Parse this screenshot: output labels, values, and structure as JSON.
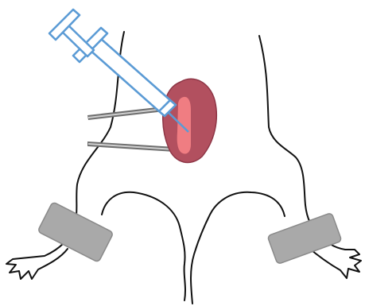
{
  "colors": {
    "outline": "#111111",
    "syringe": "#5b9bd5",
    "tissue_fill": "#b2505f",
    "tissue_edge": "#8e3646",
    "vessel": "#f07d82",
    "retractor_dark": "#6f6f6f",
    "retractor_light": "#cfcfcf",
    "band_fill": "#a9a9a9",
    "band_edge": "#8a8a8a",
    "background": "#ffffff"
  },
  "elements": [
    {
      "name": "left-arm-outline",
      "kind": "body outline"
    },
    {
      "name": "right-arm-outline",
      "kind": "body outline"
    },
    {
      "name": "tissue-flap",
      "kind": "exposed tissue"
    },
    {
      "name": "vessel",
      "kind": "blood vessel"
    },
    {
      "name": "syringe",
      "kind": "injection instrument"
    },
    {
      "name": "upper-retractor",
      "kind": "retractor"
    },
    {
      "name": "lower-retractor",
      "kind": "retractor"
    },
    {
      "name": "left-restraint-band",
      "kind": "restraint"
    },
    {
      "name": "right-restraint-band",
      "kind": "restraint"
    }
  ]
}
